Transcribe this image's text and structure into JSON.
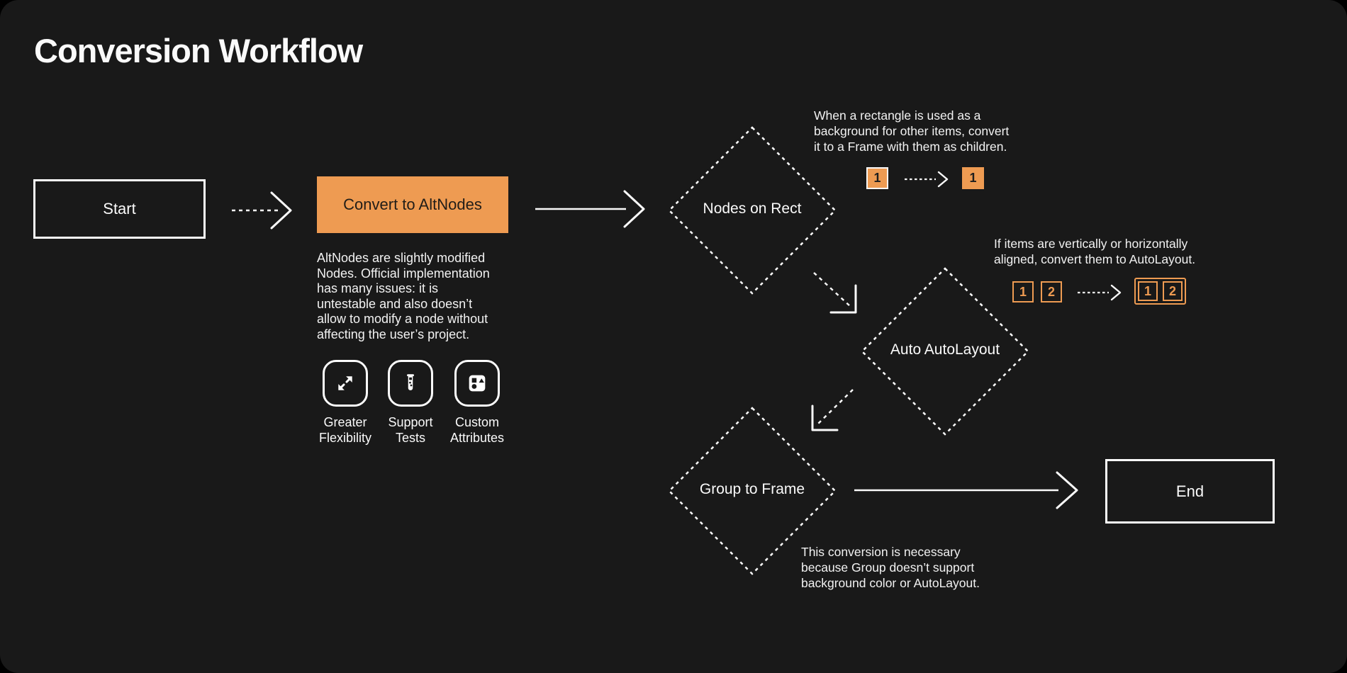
{
  "page": {
    "title": "Conversion Workflow",
    "background": "#191919",
    "accent_color": "#EE9B52",
    "line_color": "#FAFAFA"
  },
  "nodes": {
    "start": {
      "label": "Start",
      "type": "terminal"
    },
    "convert_to_altnodes": {
      "label": "Convert to AltNodes",
      "type": "process",
      "description": "AltNodes are slightly modified\nNodes. Official implementation\nhas many issues: it is\nuntestable and also doesn’t\nallow to modify a node without\naffecting the user’s project.",
      "features": [
        {
          "icon": "expand-arrows-icon",
          "label": "Greater\nFlexibility"
        },
        {
          "icon": "test-tube-icon",
          "label": "Support\nTests"
        },
        {
          "icon": "shapes-icon",
          "label": "Custom\nAttributes"
        }
      ]
    },
    "nodes_on_rect": {
      "label": "Nodes on Rect",
      "type": "decision",
      "note": "When a rectangle is used as a\nbackground for other items, convert\nit to a Frame with them as children.",
      "example": {
        "before": [
          "1"
        ],
        "after": [
          "1"
        ]
      }
    },
    "auto_autolayout": {
      "label": "Auto AutoLayout",
      "type": "decision",
      "note": "If items are vertically or horizontally\naligned, convert them to AutoLayout.",
      "example": {
        "before": [
          "1",
          "2"
        ],
        "after": [
          "1",
          "2"
        ]
      }
    },
    "group_to_frame": {
      "label": "Group to Frame",
      "type": "decision",
      "note": "This conversion is necessary\nbecause Group doesn’t support\nbackground color or AutoLayout."
    },
    "end": {
      "label": "End",
      "type": "terminal"
    }
  }
}
